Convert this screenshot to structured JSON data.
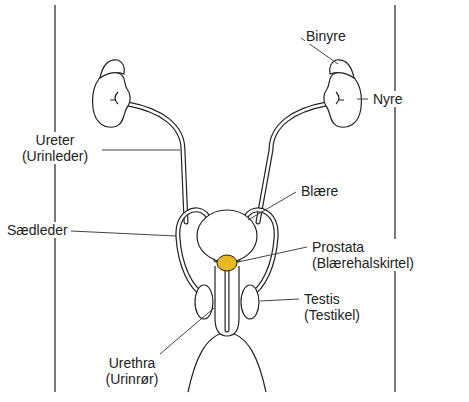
{
  "diagram": {
    "labels": [
      "Binyre",
      "Nyre",
      "Ureter (Urinleder)",
      "Blære",
      "Sædleder",
      "Prostata (Blærehalskirtel)",
      "Testis (Testikel)",
      "Urethra (Urinrør)"
    ]
  }
}
